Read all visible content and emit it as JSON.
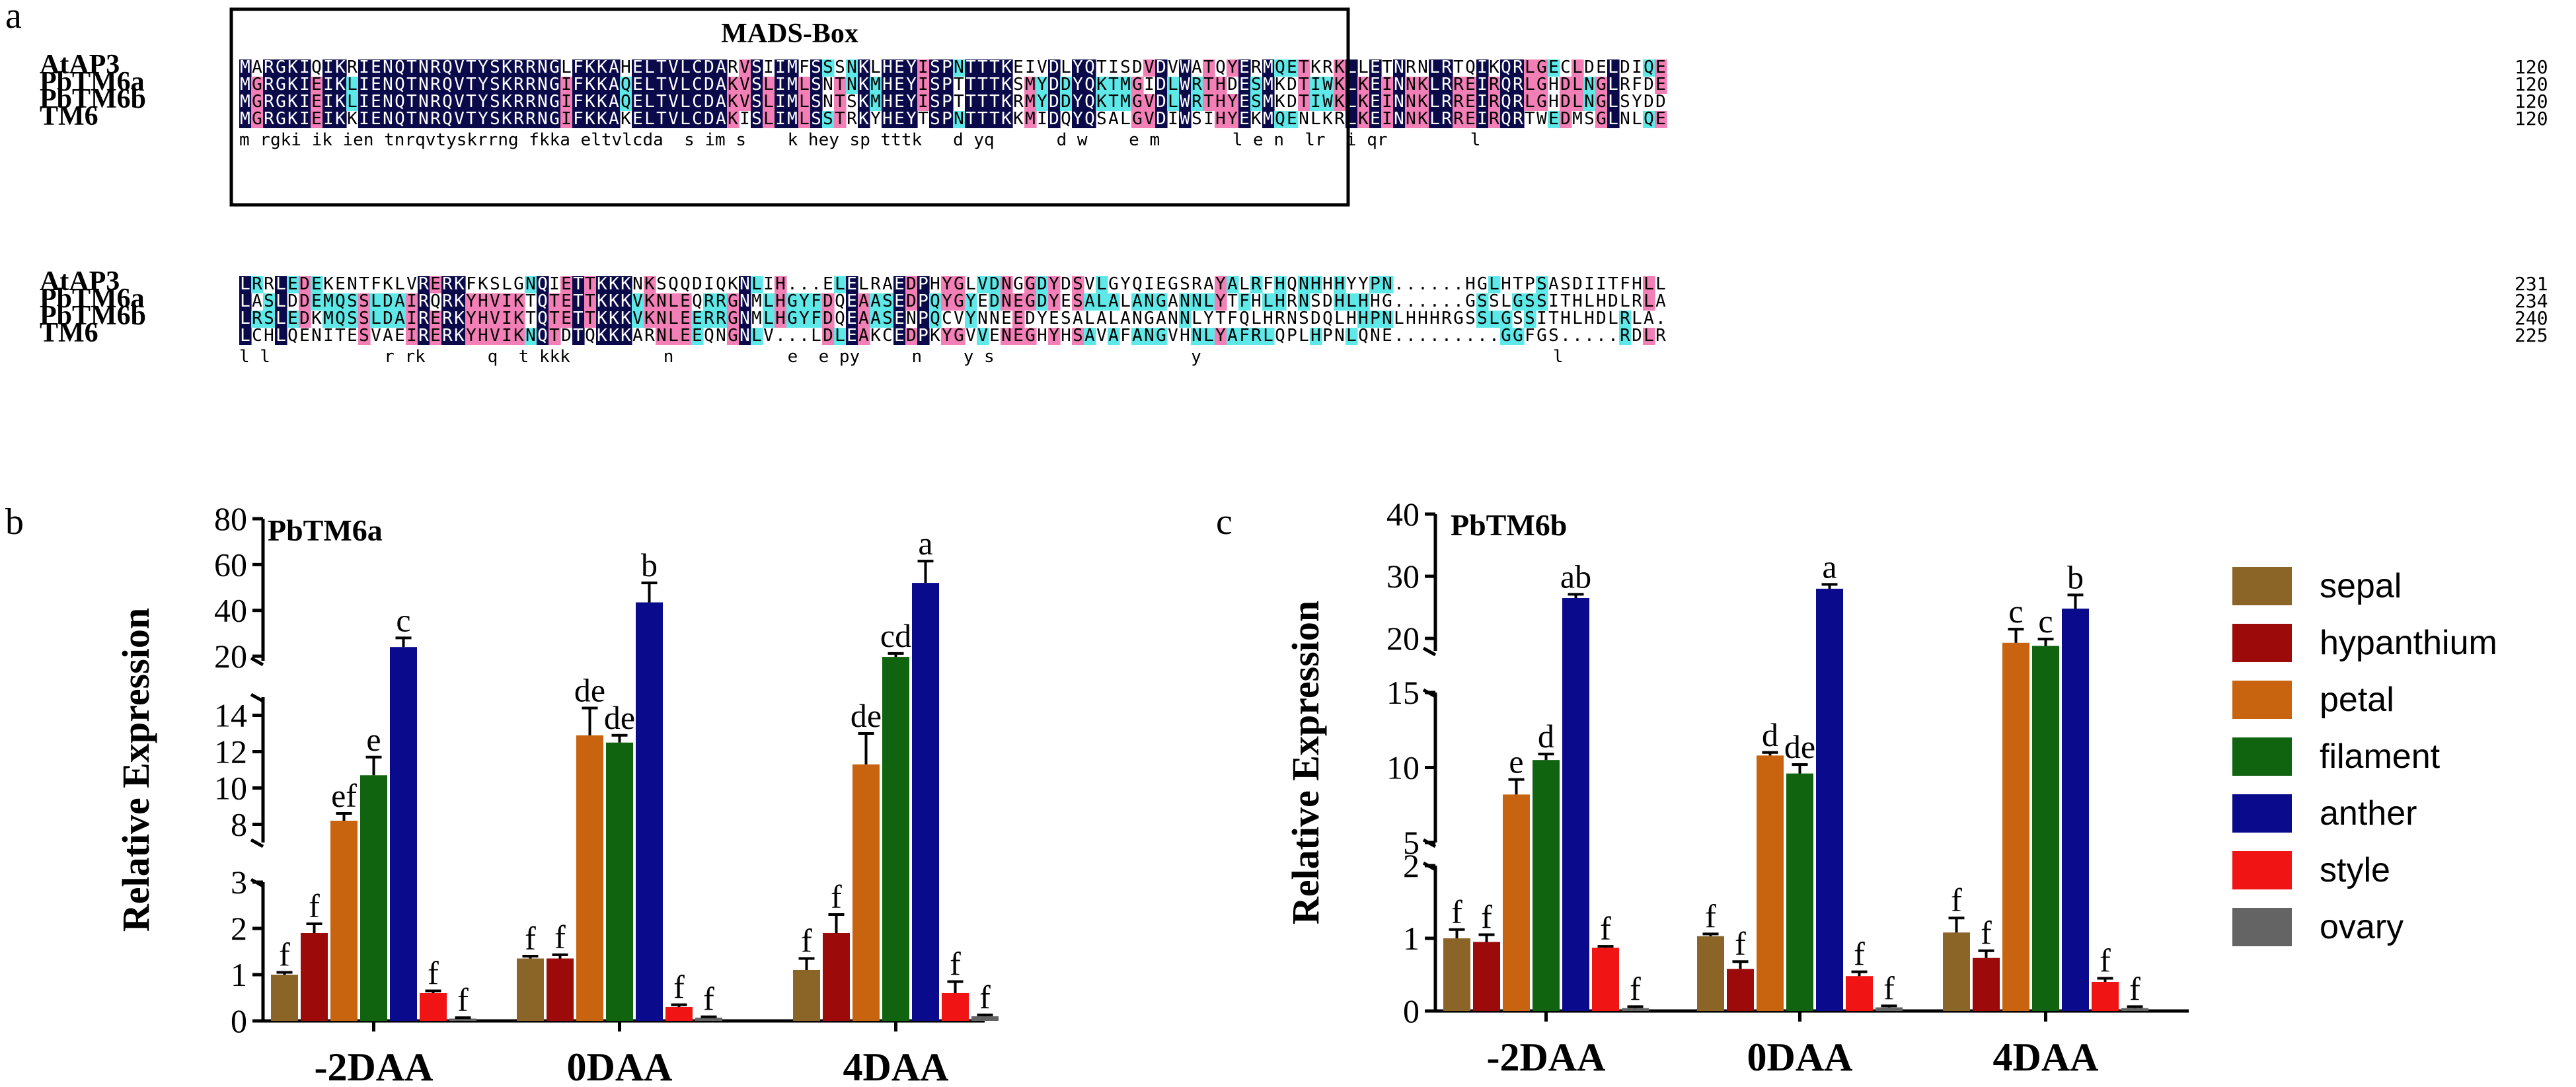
{
  "panel_labels": {
    "a": "a",
    "b": "b",
    "c": "c"
  },
  "alignment": {
    "box_title": "MADS-Box",
    "colors": {
      "identical": "#0a0a4a",
      "high": "#f27fb6",
      "medium": "#5ee8e8"
    },
    "blocks": [
      {
        "names": [
          "AtAP3",
          "PbTM6a",
          "PbTM6b",
          "TM6"
        ],
        "sequences": [
          "MARGKIQIKRIENQTNRQVTYSKRRNGLFKKAHELTVLCDARVSIIMFSSSNKLHEYISPNTTTKEIVDLYQTISDVDVWATQYERMQETKRKLLETNRNLRTQIKQRLGECLDELDIQE",
          "MGRGKIEIKLIENQTNRQVTYSKRRNGIFKKAQELTVLCDAKVSLIMLSNTNKMHEYISPTTTTKSMYDDYQKTMGIDLWRTHDESMKDTIWKLKEINNKLRREIRQRLGHDLNGLRFDE",
          "MGRGKIEIKLIENQTNRQVTYSKRRNGIFKKAQELTVLCDAKVSLIMLSNTSKMHEYISPTTTTKRMYDDYQKTMGVDLWRTHYESMKDTIWKLKEINNKLRREIRQRLGHDLNGLSYDD",
          "MGRGKIEIKKIENQTNRQVTYSKRRNGIFKKAKELTVLCDAKISLIMLSSTRKYHEYTSPNTTTKKMIDQYQSALGVDIWSIHYEKMQENLKRLKEINNKLRREIRQRTWEDMSGLNLQE"
        ],
        "numbers": [
          "120",
          "120",
          "120",
          "120"
        ],
        "consensus": "m rgki ik ien tnrqvtyskrrng fkka eltvlcda  s im s    k hey sp tttk   d yq      d w    e m       l e n  lr  i qr        l"
      },
      {
        "names": [
          "AtAP3",
          "PbTM6a",
          "PbTM6b",
          "TM6"
        ],
        "sequences": [
          "LRRLEDEKENTFKLVRERKFKSLGNQIETTKKKNKSQQDIQKNLIH...ELELRAEDPHYGLVDNGGDYDSVLGYQIEGSRAYALRFHQNHHHYYPN......HGLHTPSASDIITFHLL",
          "LASLDDEMQSSLDAIRQRKYHVIKTQTETTKKKVKNLEQRRGNMLHGYFDQEAASEDPQYGYEDNEGDYESALALANGANNLYTFHLHRNSDHLHHG......GSSLGSSITHLHDLRLA",
          "LRSLEDKMQSSLDAIRERKYHVIKTQTETTKKKVKNLEERRGNMLHGYFDQEAASENPQCVYNNEEDYESALALANGANNLYTFQLHRNSDQLHHPNLHHHRGSSLGSSITHLHDLRLA",
          "LCHLQENITESVAEIRERKYHVIKNQTDTQKKKARNLEEQNGNLV...LDLEAKCEDPKYGVVENEGHYHSAVAFANGVHNLYAFRLQPLHPNLQNE.........GGFGS.....RDLRLS"
        ],
        "numbers": [
          "231",
          "234",
          "240",
          "225"
        ],
        "consensus": "l l           r rk      q  t kkk         n           e  e py     n    y s                   y                                  l"
      }
    ]
  },
  "legend": {
    "items": [
      {
        "label": "sepal",
        "color": "#8b6428"
      },
      {
        "label": "hypanthium",
        "color": "#9c0a0a"
      },
      {
        "label": "petal",
        "color": "#c8640f"
      },
      {
        "label": "filament",
        "color": "#106410"
      },
      {
        "label": "anther",
        "color": "#0a0a8c"
      },
      {
        "label": "style",
        "color": "#f01414"
      },
      {
        "label": "ovary",
        "color": "#646464"
      }
    ]
  },
  "chart_data": [
    {
      "type": "bar",
      "title": "PbTM6a",
      "ylabel": "Relative Expression",
      "categories": [
        "-2DAA",
        "0DAA",
        "4DAA"
      ],
      "y_axis_segments": [
        {
          "range": [
            0,
            3
          ],
          "ticks": [
            "0",
            "1",
            "2",
            "3"
          ]
        },
        {
          "range": [
            7,
            15
          ],
          "ticks": [
            "8",
            "10",
            "12",
            "14"
          ]
        },
        {
          "range": [
            18,
            80
          ],
          "ticks": [
            "20",
            "40",
            "60",
            "80"
          ]
        }
      ],
      "series": [
        {
          "name": "sepal",
          "values": [
            1.0,
            1.35,
            1.1
          ],
          "errors": [
            0.05,
            0.05,
            0.25
          ],
          "letters": [
            "f",
            "f",
            "f"
          ]
        },
        {
          "name": "hypanthium",
          "values": [
            1.9,
            1.35,
            1.9
          ],
          "errors": [
            0.2,
            0.08,
            0.4
          ],
          "letters": [
            "f",
            "f",
            "f"
          ]
        },
        {
          "name": "petal",
          "values": [
            8.2,
            12.9,
            11.3
          ],
          "errors": [
            0.4,
            1.5,
            1.7
          ],
          "letters": [
            "ef",
            "de",
            "de"
          ]
        },
        {
          "name": "filament",
          "values": [
            10.7,
            12.5,
            19.7
          ],
          "errors": [
            1.0,
            0.4,
            1.5
          ],
          "letters": [
            "e",
            "de",
            "cd"
          ]
        },
        {
          "name": "anther",
          "values": [
            24.0,
            43.5,
            52.0
          ],
          "errors": [
            4.0,
            8.5,
            9.5
          ],
          "letters": [
            "c",
            "b",
            "a"
          ]
        },
        {
          "name": "style",
          "values": [
            0.6,
            0.3,
            0.6
          ],
          "errors": [
            0.05,
            0.05,
            0.25
          ],
          "letters": [
            "f",
            "f",
            "f"
          ]
        },
        {
          "name": "ovary",
          "values": [
            0.05,
            0.07,
            0.1
          ],
          "errors": [
            0.02,
            0.02,
            0.03
          ],
          "letters": [
            "f",
            "f",
            "f"
          ]
        }
      ]
    },
    {
      "type": "bar",
      "title": "PbTM6b",
      "ylabel": "Relative Expression",
      "categories": [
        "-2DAA",
        "0DAA",
        "4DAA"
      ],
      "y_axis_segments": [
        {
          "range": [
            0,
            2
          ],
          "ticks": [
            "0",
            "1",
            "2"
          ]
        },
        {
          "range": [
            5,
            15
          ],
          "ticks": [
            "5",
            "10",
            "15"
          ]
        },
        {
          "range": [
            18,
            40
          ],
          "ticks": [
            "20",
            "30",
            "40"
          ]
        }
      ],
      "series": [
        {
          "name": "sepal",
          "values": [
            1.0,
            1.03,
            1.08
          ],
          "errors": [
            0.12,
            0.03,
            0.2
          ],
          "letters": [
            "f",
            "f",
            "f"
          ]
        },
        {
          "name": "hypanthium",
          "values": [
            0.95,
            0.58,
            0.73
          ],
          "errors": [
            0.1,
            0.1,
            0.1
          ],
          "letters": [
            "f",
            "f",
            "f"
          ]
        },
        {
          "name": "petal",
          "values": [
            8.2,
            10.8,
            19.3
          ],
          "errors": [
            1.0,
            0.2,
            2.2
          ],
          "letters": [
            "e",
            "d",
            "c"
          ]
        },
        {
          "name": "filament",
          "values": [
            10.5,
            9.6,
            18.8
          ],
          "errors": [
            0.4,
            0.6,
            1.1
          ],
          "letters": [
            "d",
            "de",
            "c"
          ]
        },
        {
          "name": "anther",
          "values": [
            26.5,
            28.0,
            24.8
          ],
          "errors": [
            0.6,
            0.7,
            2.2
          ],
          "letters": [
            "ab",
            "a",
            "b"
          ]
        },
        {
          "name": "style",
          "values": [
            0.87,
            0.48,
            0.4
          ],
          "errors": [
            0.02,
            0.06,
            0.05
          ],
          "letters": [
            "f",
            "f",
            "f"
          ]
        },
        {
          "name": "ovary",
          "values": [
            0.04,
            0.05,
            0.04
          ],
          "errors": [
            0.02,
            0.02,
            0.02
          ],
          "letters": [
            "f",
            "f",
            "f"
          ]
        }
      ]
    }
  ]
}
